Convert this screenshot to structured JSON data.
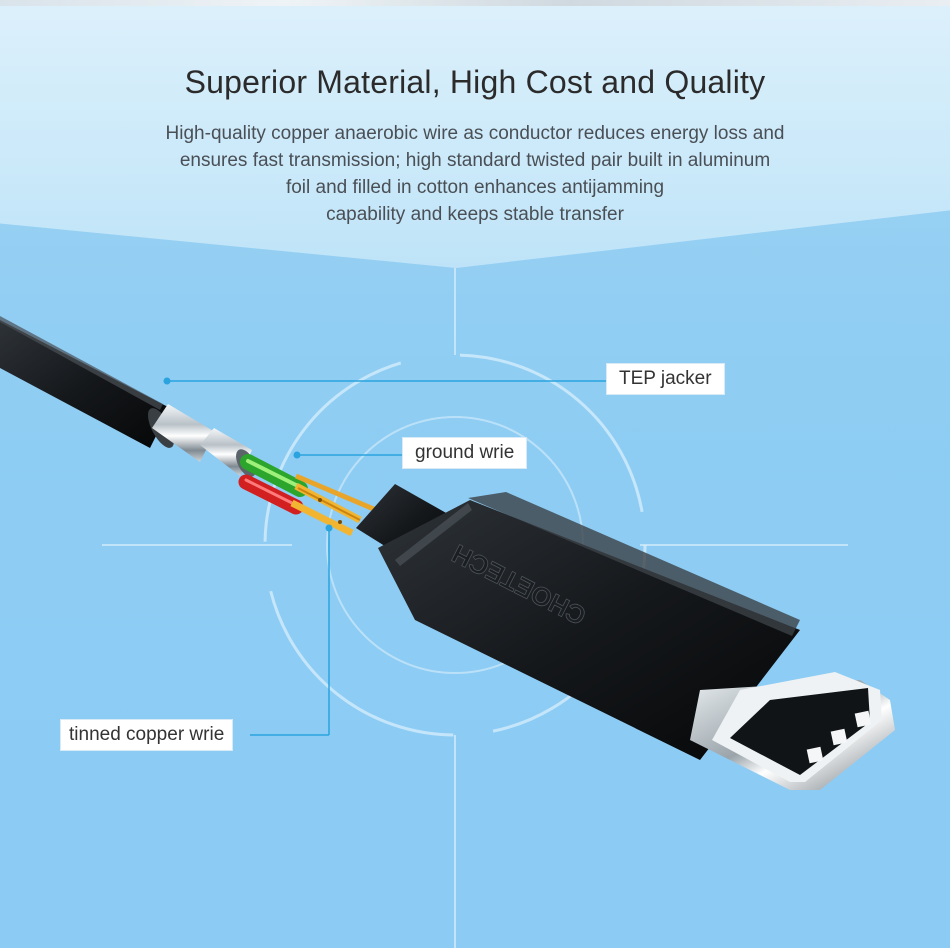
{
  "headline": "Superior Material, High Cost and Quality",
  "description": [
    "High-quality copper anaerobic wire as conductor reduces energy loss and",
    "ensures fast transmission; high standard twisted pair built in aluminum",
    "foil and filled in cotton enhances antijamming",
    "capability and keeps stable transfer"
  ],
  "labels": {
    "tep_jacket": "TEP jacker",
    "ground_wire": "ground wrie",
    "tinned_copper_wire": "tinned copper wrie"
  },
  "brand_mark": "CHOETECH",
  "colors": {
    "background": "#8ecdf3",
    "header_background": "#d3edfb",
    "callout_line": "#2aa3de",
    "label_background": "#ffffff"
  }
}
